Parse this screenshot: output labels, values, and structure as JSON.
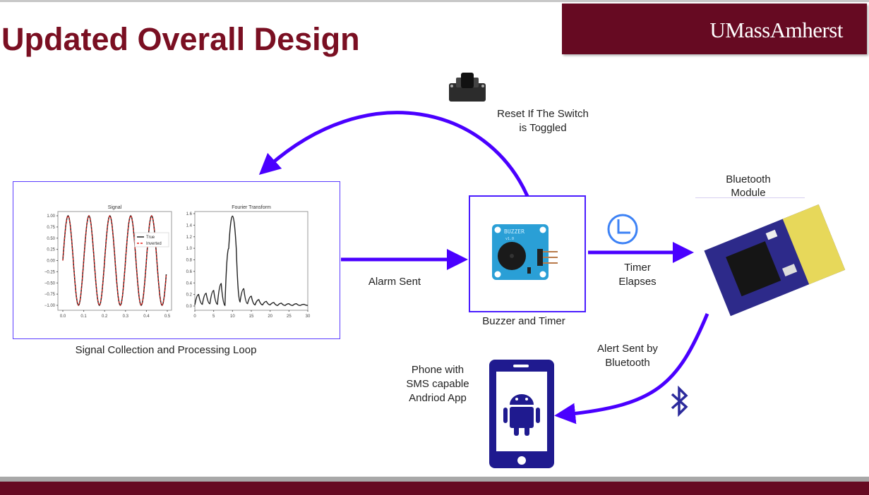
{
  "slide": {
    "title": "Updated Overall Design",
    "brand": "UMassAmherst"
  },
  "labels": {
    "reset_line1": "Reset If The Switch",
    "reset_line2": "is Toggled",
    "alarm_sent": "Alarm Sent",
    "buzzer_timer": "Buzzer and Timer",
    "timer_line1": "Timer",
    "timer_line2": "Elapses",
    "bt_line1": "Bluetooth",
    "bt_line2": "Module",
    "alert_line1": "Alert Sent by",
    "alert_line2": "Bluetooth",
    "phone_line1": "Phone with",
    "phone_line2": "SMS capable",
    "phone_line3": "Andriod App",
    "loop_caption": "Signal Collection and Processing Loop",
    "buzzer_board_text": "BUZZER",
    "buzzer_board_ver": "v1.0"
  },
  "colors": {
    "brand": "#660a22",
    "title": "#7a0f22",
    "arrow": "#4a00ff",
    "phone": "#1f1a8f",
    "clock": "#3d82f5"
  },
  "icons": [
    "push-button",
    "buzzer-board",
    "clock-icon",
    "bluetooth-module",
    "phone-icon",
    "android-icon",
    "bluetooth-icon"
  ],
  "chart_data": [
    {
      "type": "line",
      "title": "Signal",
      "xlim": [
        0,
        0.5
      ],
      "ylim": [
        -1.0,
        1.0
      ],
      "xticks": [
        "0.0",
        "0.1",
        "0.2",
        "0.3",
        "0.4",
        "0.5"
      ],
      "yticks": [
        "1.00",
        "0.75",
        "0.50",
        "0.25",
        "0.00",
        "−0.25",
        "−0.50",
        "−0.75",
        "−1.00"
      ],
      "signal": {
        "frequency_hz": 10,
        "amplitude": 1,
        "t_range": [
          0,
          0.495
        ]
      },
      "series": [
        {
          "name": "True",
          "color": "#222222",
          "style": "solid"
        },
        {
          "name": "Inverted",
          "color": "#e8211c",
          "style": "dashed"
        }
      ],
      "legend": "center-right"
    },
    {
      "type": "line",
      "title": "Fourier Transform",
      "xlim": [
        0,
        30
      ],
      "ylim": [
        0,
        1.6
      ],
      "xticks": [
        "0",
        "5",
        "10",
        "15",
        "20",
        "25",
        "30"
      ],
      "yticks": [
        "1.6",
        "1.4",
        "1.2",
        "1.0",
        "0.8",
        "0.6",
        "0.4",
        "0.2",
        "0.0"
      ],
      "x": [
        0,
        1,
        2,
        3,
        4,
        5,
        6,
        7,
        8,
        9,
        10,
        11,
        12,
        13,
        14,
        15,
        16,
        17,
        18,
        19,
        20,
        21,
        22,
        23,
        24,
        25,
        26,
        27,
        28,
        29,
        30
      ],
      "y": [
        0.02,
        0.2,
        0.03,
        0.22,
        0.04,
        0.27,
        0.03,
        0.39,
        0.01,
        1.0,
        1.56,
        1.0,
        0.07,
        0.3,
        0.04,
        0.17,
        0.02,
        0.11,
        0.02,
        0.08,
        0.02,
        0.06,
        0.01,
        0.05,
        0.01,
        0.04,
        0.01,
        0.04,
        0.01,
        0.03,
        0.01
      ]
    }
  ]
}
